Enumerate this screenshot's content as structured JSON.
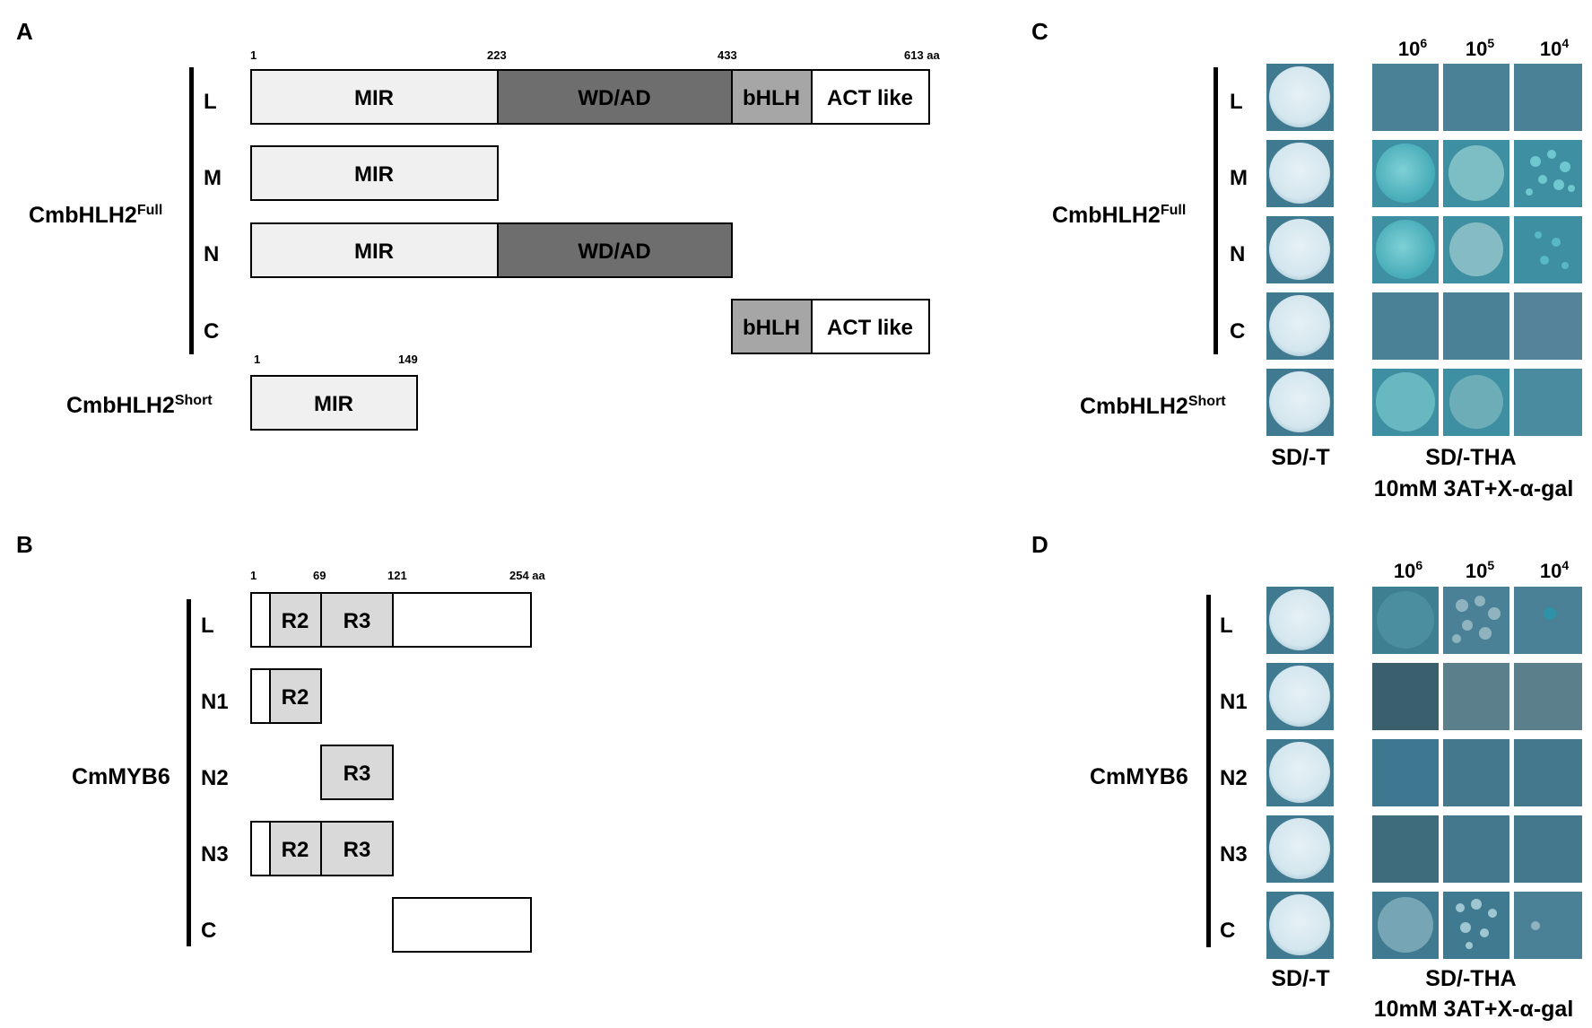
{
  "panels": {
    "A": {
      "letter": "A",
      "group_name": "CmbHLH2",
      "group_sup": "Full",
      "short_name": "CmbHLH2",
      "short_sup": "Short",
      "full_ticks": [
        "1",
        "223",
        "433",
        "613 aa"
      ],
      "short_ticks": [
        "1",
        "149"
      ],
      "rows": [
        {
          "label": "L",
          "domains": [
            "MIR",
            "WD/AD",
            "bHLH",
            "ACT like"
          ]
        },
        {
          "label": "M",
          "domains": [
            "MIR"
          ]
        },
        {
          "label": "N",
          "domains": [
            "MIR",
            "WD/AD"
          ]
        },
        {
          "label": "C",
          "domains": [
            "bHLH",
            "ACT like"
          ]
        }
      ],
      "short_domain": "MIR"
    },
    "B": {
      "letter": "B",
      "group_name": "CmMYB6",
      "ticks": [
        "1",
        "69",
        "121",
        "254 aa"
      ],
      "rows": [
        {
          "label": "L",
          "domains": [
            "R2",
            "R3"
          ]
        },
        {
          "label": "N1",
          "domains": [
            "R2"
          ]
        },
        {
          "label": "N2",
          "domains": [
            "R3"
          ]
        },
        {
          "label": "N3",
          "domains": [
            "R2",
            "R3"
          ]
        },
        {
          "label": "C",
          "domains": []
        }
      ]
    },
    "C": {
      "letter": "C",
      "group_name": "CmbHLH2",
      "group_sup": "Full",
      "short_name": "CmbHLH2",
      "short_sup": "Short",
      "row_labels": [
        "L",
        "M",
        "N",
        "C"
      ],
      "dilution_base": "10",
      "dilutions": [
        "6",
        "5",
        "4"
      ],
      "control_label": "SD/-T",
      "selective_label_1": "SD/-THA",
      "selective_label_2": "10mM 3AT+X-α-gal"
    },
    "D": {
      "letter": "D",
      "group_name": "CmMYB6",
      "row_labels": [
        "L",
        "N1",
        "N2",
        "N3",
        "C"
      ],
      "dilution_base": "10",
      "dilutions": [
        "6",
        "5",
        "4"
      ],
      "control_label": "SD/-T",
      "selective_label_1": "SD/-THA",
      "selective_label_2": "10mM 3AT+X-α-gal"
    }
  },
  "colors": {
    "MIR": "#f0f0f0",
    "WD/AD": "#6e6e6e",
    "bHLH": "#a6a6a6",
    "ACT like": "#ffffff",
    "R2": "#d9d9d9",
    "R3": "#d9d9d9",
    "plate_bg": "#3f7a90",
    "colony": "#dcecf3"
  }
}
